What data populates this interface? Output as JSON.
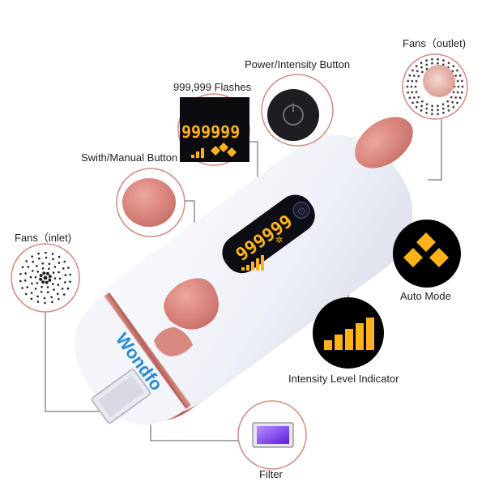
{
  "labels": {
    "power_button": "Power/Intensity Button",
    "flashes": "999,999 Flashes",
    "fans_outlet": "Fans（outlet)",
    "switch_button": "Swith/Manual Button",
    "fans_inlet": "Fans（inlet)",
    "auto_mode": "Auto Mode",
    "intensity_indicator": "Intensity Level Indicator",
    "filter": "Filter"
  },
  "display": {
    "flash_count": "999999"
  },
  "brand": "Wondfo",
  "intensity_level": {
    "value": 5,
    "max": 5
  },
  "colors": {
    "device_body": "#f2f3f8",
    "rose_gold": "#c57a6e",
    "button_pink": "#d7857c",
    "display_black": "#0d0d14",
    "segment_orange": "#ffb21a",
    "brand_blue": "#2a8bd0",
    "filter_purple": "#7a3cff"
  }
}
